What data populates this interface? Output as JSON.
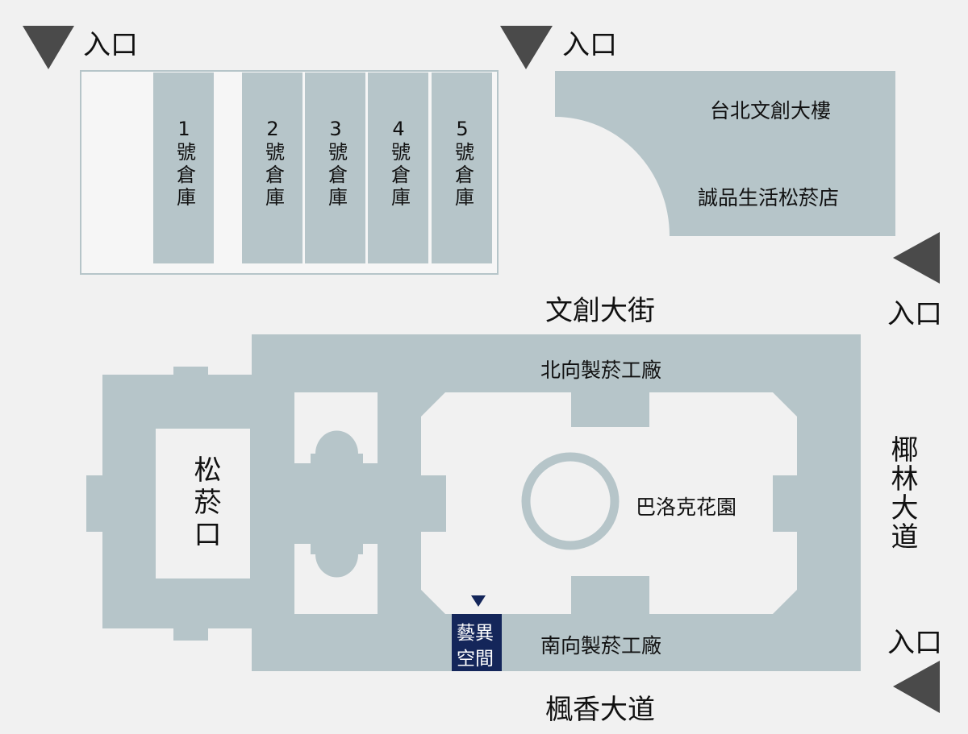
{
  "colors": {
    "building": "#b6c5c9",
    "background": "#f1f1f1",
    "marker": "#4a4a4a",
    "highlight": "#14265a"
  },
  "entrance_label": "入口",
  "warehouses": [
    {
      "num": "1",
      "name": "號倉庫"
    },
    {
      "num": "2",
      "name": "號倉庫"
    },
    {
      "num": "3",
      "name": "號倉庫"
    },
    {
      "num": "4",
      "name": "號倉庫"
    },
    {
      "num": "5",
      "name": "號倉庫"
    }
  ],
  "buildings": {
    "taipei_culture": "台北文創大樓",
    "eslite": "誠品生活松菸店",
    "north_factory": "北向製菸工廠",
    "south_factory": "南向製菸工廠",
    "baroque_garden": "巴洛克花園",
    "songyan_entrance": "松菸口",
    "highlight_line1": "藝異",
    "highlight_line2": "空間"
  },
  "streets": {
    "wenchuang": "文創大街",
    "yelin": "椰林大道",
    "fengxiang": "楓香大道"
  }
}
